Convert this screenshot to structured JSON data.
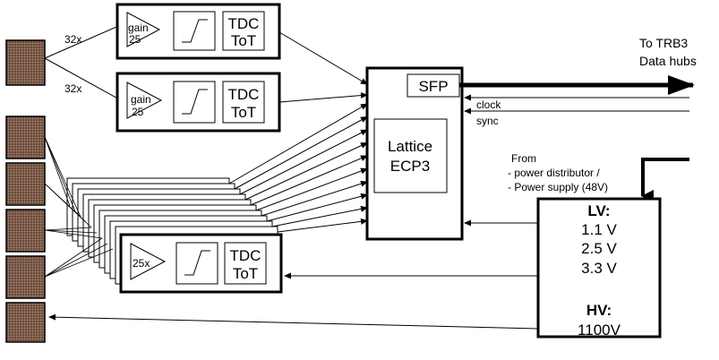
{
  "readout_chain": {
    "amp_top": "gain",
    "amp_bottom": "25",
    "amp_short": "25x",
    "tdc_line1": "TDC",
    "tdc_line2": "ToT"
  },
  "channel_count_top": "32x",
  "channel_count_bottom": "32x",
  "fpga": {
    "line1": "Lattice",
    "line2": "ECP3",
    "sfp": "SFP"
  },
  "outputs": {
    "line1": "To TRB3",
    "line2": "Data hubs",
    "clock": "clock",
    "sync": "sync"
  },
  "power_source": {
    "line1": "From",
    "line2": "- power distributor /",
    "line3": "- Power supply (48V)"
  },
  "power_box": {
    "lv_title": "LV:",
    "lv_values": [
      "1.1 V",
      "2.5 V",
      "3.3 V"
    ],
    "hv_title": "HV:",
    "hv_value": "1100V"
  },
  "colors": {
    "sensor_fill": "#6b4a3a",
    "sensor_grid": "#b89a88",
    "line": "#000000"
  }
}
